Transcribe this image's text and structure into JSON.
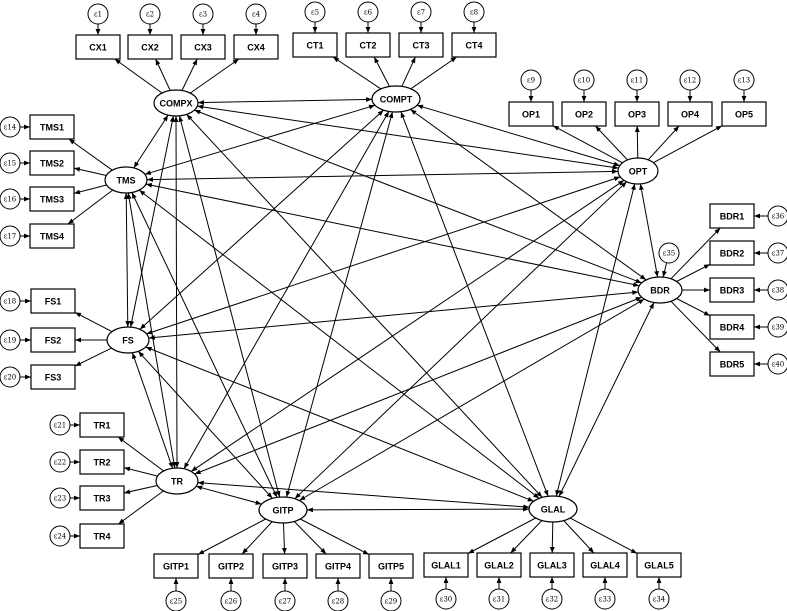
{
  "latent": {
    "COMPX": {
      "label": "COMPX"
    },
    "COMPT": {
      "label": "COMPT"
    },
    "OPT": {
      "label": "OPT"
    },
    "TMS": {
      "label": "TMS"
    },
    "FS": {
      "label": "FS"
    },
    "BDR": {
      "label": "BDR"
    },
    "TR": {
      "label": "TR"
    },
    "GITP": {
      "label": "GITP"
    },
    "GLAL": {
      "label": "GLAL"
    }
  },
  "observed": {
    "CX1": "CX1",
    "CX2": "CX2",
    "CX3": "CX3",
    "CX4": "CX4",
    "CT1": "CT1",
    "CT2": "CT2",
    "CT3": "CT3",
    "CT4": "CT4",
    "OP1": "OP1",
    "OP2": "OP2",
    "OP3": "OP3",
    "OP4": "OP4",
    "OP5": "OP5",
    "TMS1": "TMS1",
    "TMS2": "TMS2",
    "TMS3": "TMS3",
    "TMS4": "TMS4",
    "FS1": "FS1",
    "FS2": "FS2",
    "FS3": "FS3",
    "BDR1": "BDR1",
    "BDR2": "BDR2",
    "BDR3": "BDR3",
    "BDR4": "BDR4",
    "BDR5": "BDR5",
    "TR1": "TR1",
    "TR2": "TR2",
    "TR3": "TR3",
    "TR4": "TR4",
    "GITP1": "GITP1",
    "GITP2": "GITP2",
    "GITP3": "GITP3",
    "GITP4": "GITP4",
    "GITP5": "GITP5",
    "GLAL1": "GLAL1",
    "GLAL2": "GLAL2",
    "GLAL3": "GLAL3",
    "GLAL4": "GLAL4",
    "GLAL5": "GLAL5"
  },
  "errors": {
    "e1": "ε1",
    "e2": "ε2",
    "e3": "ε3",
    "e4": "ε4",
    "e5": "ε5",
    "e6": "ε6",
    "e7": "ε7",
    "e8": "ε8",
    "e9": "ε9",
    "e10": "ε10",
    "e11": "ε11",
    "e12": "ε12",
    "e13": "ε13",
    "e14": "ε14",
    "e15": "ε15",
    "e16": "ε16",
    "e17": "ε17",
    "e18": "ε18",
    "e19": "ε19",
    "e20": "ε20",
    "e21": "ε21",
    "e22": "ε22",
    "e23": "ε23",
    "e24": "ε24",
    "e25": "ε25",
    "e26": "ε26",
    "e27": "ε27",
    "e28": "ε28",
    "e29": "ε29",
    "e30": "ε30",
    "e31": "ε31",
    "e32": "ε32",
    "e33": "ε33",
    "e34": "ε34",
    "e35": "ε35",
    "e36": "ε36",
    "e37": "ε37",
    "e38": "ε38",
    "e39": "ε39",
    "e40": "ε40"
  }
}
